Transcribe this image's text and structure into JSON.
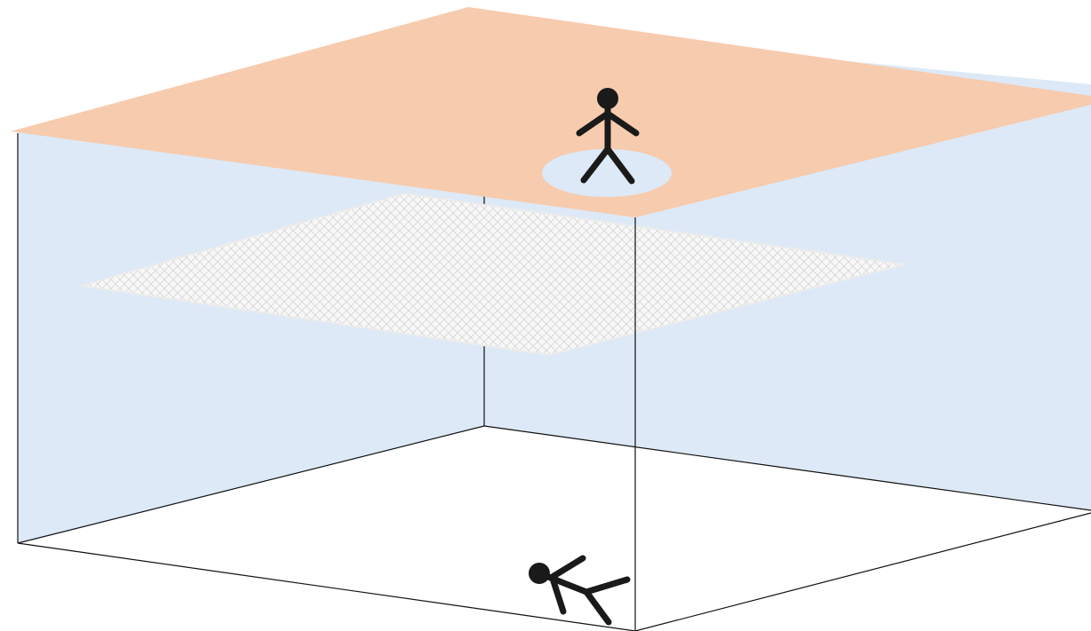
{
  "diagram": {
    "colors": {
      "background": "#ffffff",
      "wall": "#dde9f6",
      "floor": "#ffffff",
      "upper_floor": "#f7cbae",
      "hole": "#dde9f6",
      "net_fill": "#f6f6f6",
      "net_mesh": "#cccccc",
      "edge": "#111111",
      "figure": "#1a1a1a"
    },
    "elements": [
      "left-wall",
      "right-wall",
      "ground-floor",
      "upper-floor-slab",
      "floor-hole",
      "safety-net",
      "person-standing-icon",
      "person-falling-icon"
    ]
  }
}
